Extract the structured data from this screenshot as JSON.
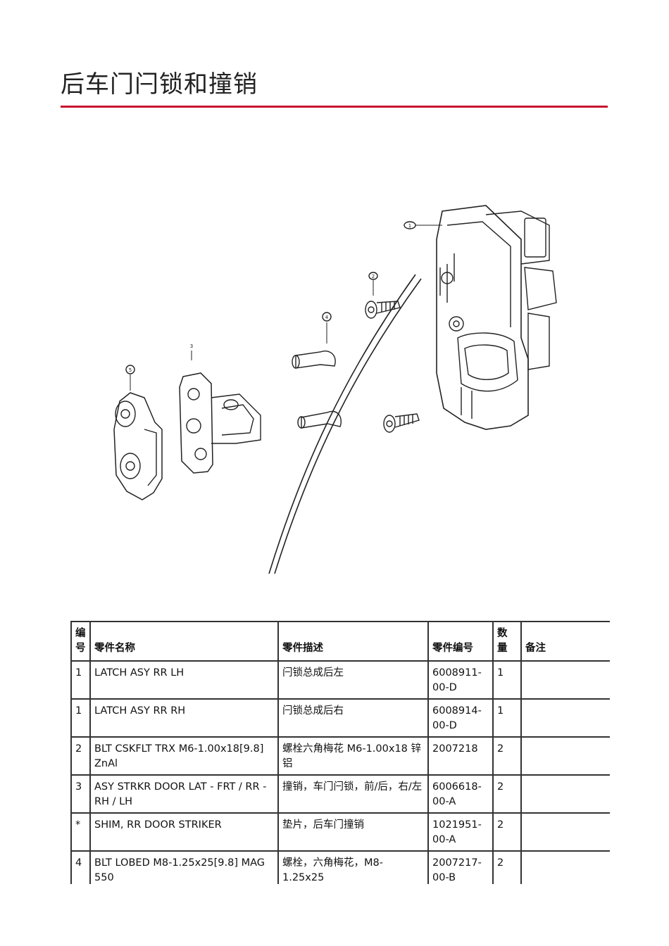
{
  "page": {
    "title": "后车门闩锁和撞销",
    "accent_color": "#c8102e"
  },
  "diagram": {
    "callouts": [
      "1",
      "2",
      "3",
      "4",
      "5"
    ]
  },
  "table": {
    "headers": {
      "num": "编号",
      "name": "零件名称",
      "desc": "零件描述",
      "part_no": "零件编号",
      "qty": "数量",
      "note": "备注"
    },
    "rows": [
      {
        "num": "1",
        "name": "LATCH ASY RR LH",
        "desc": "闩锁总成后左",
        "part_no": "6008911-00-D",
        "qty": "1",
        "note": ""
      },
      {
        "num": "1",
        "name": "LATCH ASY RR RH",
        "desc": "闩锁总成后右",
        "part_no": "6008914-00-D",
        "qty": "1",
        "note": ""
      },
      {
        "num": "2",
        "name": "BLT CSKFLT TRX M6-1.00x18[9.8] ZnAl",
        "desc": "螺栓六角梅花 M6-1.00x18 锌铝",
        "part_no": "2007218",
        "qty": "2",
        "note": ""
      },
      {
        "num": "3",
        "name": "ASY STRKR DOOR LAT - FRT / RR - RH / LH",
        "desc": "撞销，车门闩锁，前/后，右/左",
        "part_no": "6006618-00-A",
        "qty": "2",
        "note": ""
      },
      {
        "num": "*",
        "name": "SHIM, RR DOOR STRIKER",
        "desc": "垫片，后车门撞销",
        "part_no": "1021951-00-A",
        "qty": "2",
        "note": ""
      },
      {
        "num": "4",
        "name": "BLT LOBED M8-1.25x25[9.8] MAG 550",
        "desc": "螺栓，六角梅花，M8-1.25x25",
        "part_no": "2007217-00-B",
        "qty": "2",
        "note": ""
      }
    ]
  }
}
